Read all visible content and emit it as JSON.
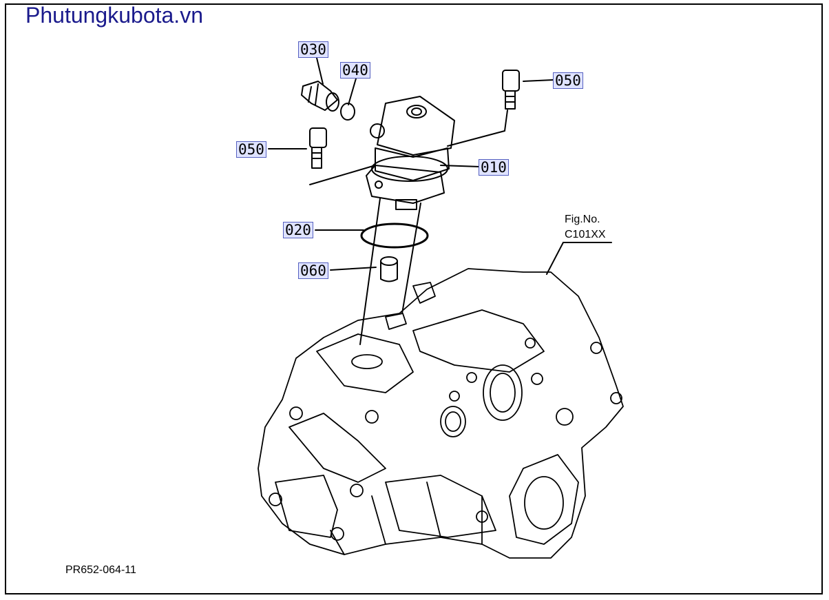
{
  "site": {
    "title": "Phutungkubota.vn"
  },
  "callouts": [
    {
      "id": "030",
      "label": "030"
    },
    {
      "id": "040",
      "label": "040"
    },
    {
      "id": "050a",
      "label": "050"
    },
    {
      "id": "050b",
      "label": "050"
    },
    {
      "id": "010",
      "label": "010"
    },
    {
      "id": "020",
      "label": "020"
    },
    {
      "id": "060",
      "label": "060"
    }
  ],
  "figure": {
    "line1": "Fig.No.",
    "line2": "C101XX"
  },
  "drawing_code": "PR652-064-11",
  "colors": {
    "accent": "#1a1a8c",
    "callout_bg": "#dfe3ff",
    "callout_border": "#5560c0"
  }
}
